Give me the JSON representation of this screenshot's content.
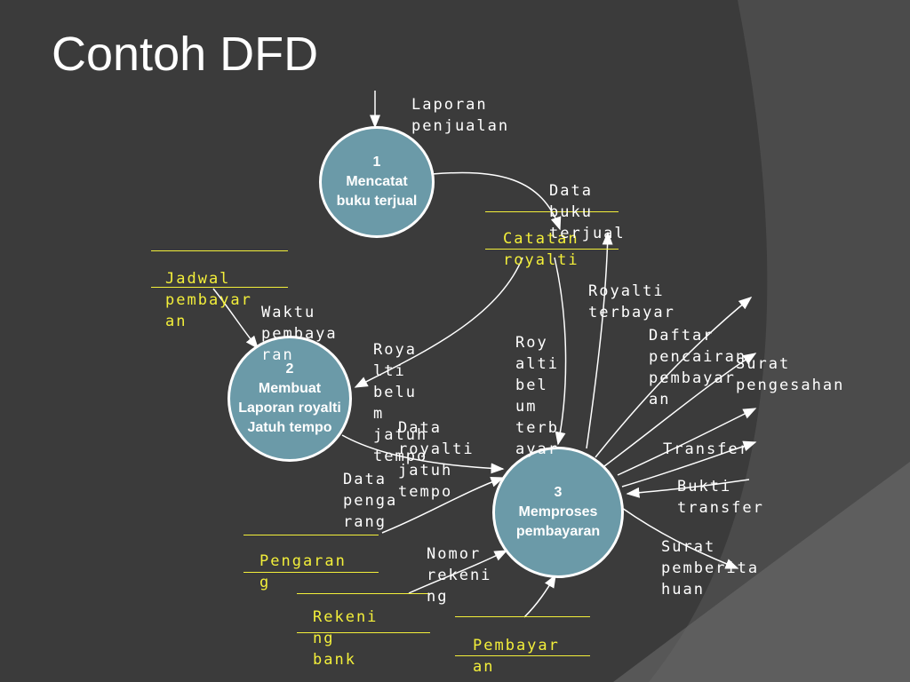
{
  "slide_title": "Contoh DFD",
  "processes": [
    {
      "number": "1",
      "name_lines": [
        "Mencatat",
        "buku terjual"
      ]
    },
    {
      "number": "2",
      "name_lines": [
        "Membuat",
        "Laporan royalti",
        "Jatuh tempo"
      ]
    },
    {
      "number": "3",
      "name_lines": [
        "Memproses",
        "pembayaran"
      ]
    }
  ],
  "stores": {
    "catatan_royalti": "Catatan\nroyalti",
    "jadwal_pembayaran": "Jadwal\npembayar\nan",
    "pengarang": "Pengaran\ng",
    "rekening_bank": "Rekeni\nng\nbank",
    "pembayaran": "Pembayar\nan"
  },
  "flows": {
    "laporan_penjualan": "Laporan\npenjualan",
    "data_buku_terjual": "Data\nbuku\nterjual",
    "waktu_pembayaran": "Waktu\npembaya\nran",
    "royalti_belum_jatuh_tempo": "Roya\nlti\nbelu\nm\njatuh\ntempo",
    "royalti_terbayar_left": "Roy\nalti\nbel\num\nterb\nayar",
    "royalti_terbayar_right": "Royalti\nterbayar",
    "data_royalti_jatuh_tempo": "Data\nroyalti\njatuh\ntempo",
    "data_pengarang": "Data\npenga\nrang",
    "daftar_pencairan": "Daftar\npencairan\npembayar\nan",
    "surat_pengesahan": "Surat\npengesahan",
    "transfer": "Transfer",
    "bukti_transfer": "Bukti\ntransfer",
    "nomor_rekening": "Nomor\nrekeni\nng",
    "surat_pemberitahuan": "Surat\npemberita\nhuan"
  },
  "colors": {
    "background": "#3b3b3b",
    "background_arc": "#5a5a5a",
    "process_fill": "#6b9aa8",
    "store_text": "#f3ef3a",
    "flow_text": "#ffffff"
  }
}
